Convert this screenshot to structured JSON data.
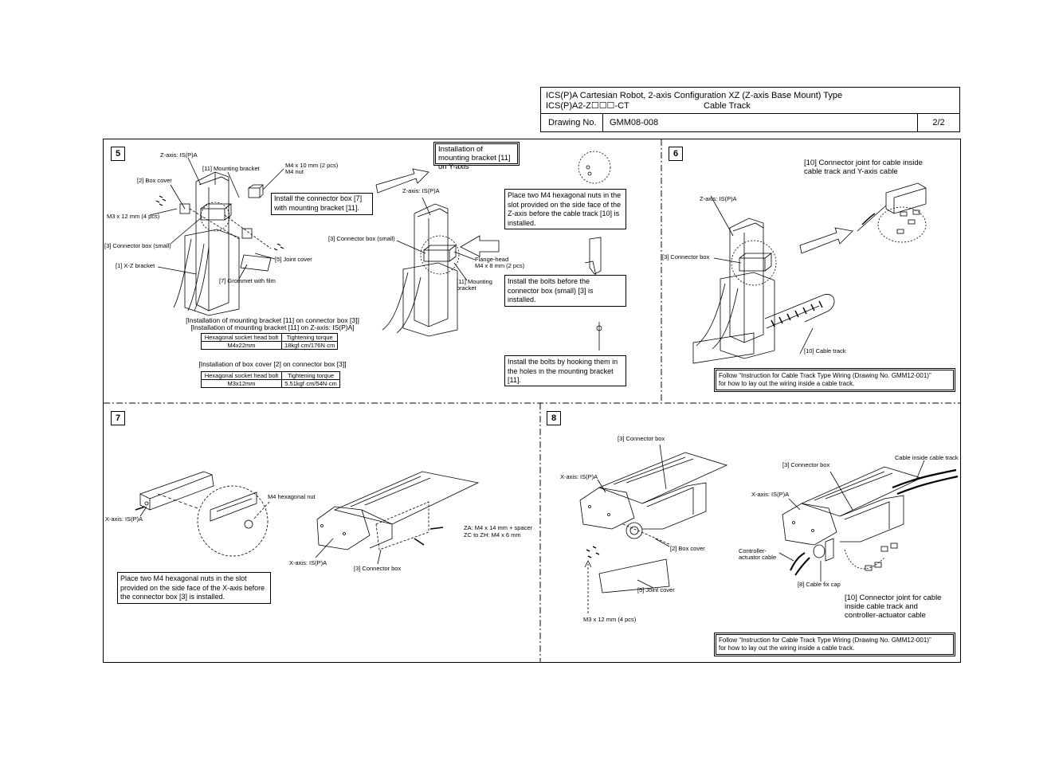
{
  "title_block": {
    "title_line1": "ICS(P)A Cartesian Robot, 2-axis Configuration XZ (Z-axis Base Mount) Type",
    "title_line2": "ICS(P)A2-Z☐☐☐-CT",
    "title_right": "Cable Track",
    "drawing_no_label": "Drawing No.",
    "drawing_no": "GMM08-008",
    "page": "2/2"
  },
  "step5": {
    "number": "5",
    "labels": {
      "z_axis_left": "Z-axis: IS(P)A",
      "mounting_bracket": "[11] Mounting bracket",
      "m4_line1": "M4 x 10 mm (2 pcs)",
      "m4_line2": "M4 nut",
      "box_cover": "[2] Box cover",
      "m3": "M3 x 12 mm (4 pcs)",
      "connector_small": "[3] Connector box (small)",
      "joint_cover": "[5] Joint cover",
      "xz_bracket": "[1] X-Z bracket",
      "grommet": "[7] Grommet with film",
      "z_axis_center": "Z-axis: IS(P)A",
      "connector_small_center": "[3] Connector box (small)",
      "flange_line1": "Flange-head",
      "flange_line2": "M4 x 8 mm (2 pcs)",
      "bracket_line1": "[11] Mounting",
      "bracket_line2": "bracket"
    },
    "install_box": "Install the connector box [7] with mounting bracket [11].",
    "heading_y_axis": "Installation of mounting bracket [11] on Y-axis",
    "note_nuts": "Place two M4 hexagonal nuts in the slot provided on the side face of the Z-axis before the cable track [10] is installed.",
    "note_bolts": "Install the bolts before the connector box (small) [3] is installed.",
    "note_hook": "Install the bolts by hooking them in the holes in the mounting bracket [11].",
    "caption1_line1": "[Installation of mounting bracket [11] on connector box [3]]",
    "caption1_line2": "[Installation of mounting bracket [11] on Z-axis: IS(P)A]",
    "table1": {
      "headers": [
        "Hexagonal socket head bolt",
        "Tightening torque"
      ],
      "row": [
        "M4x22mm",
        "18kgf·cm/176N·cm"
      ]
    },
    "caption2": "[Installation of box cover [2] on connector box [3]]",
    "table2": {
      "headers": [
        "Hexagonal socket head bolt",
        "Tightening torque"
      ],
      "row": [
        "M3x12mm",
        "5.51kgf·cm/54N·cm"
      ]
    }
  },
  "step6": {
    "number": "6",
    "connector_joint_line1": "[10] Connector joint for cable inside",
    "connector_joint_line2": "cable track and Y-axis cable",
    "z_axis": "Z-axis: IS(P)A",
    "connector_box": "[3] Connector box",
    "cable_track": "[10] Cable track",
    "follow_line1": "Follow “Instruction for Cable Track Type Wiring (Drawing No. GMM12-001)”",
    "follow_line2": "for how to lay out the wiring inside a cable track."
  },
  "step7": {
    "number": "7",
    "x_axis_left": "X-axis: IS(P)A",
    "hex_nut": "M4 hexagonal nut",
    "za": "ZA: M4 x 14 mm + spacer",
    "zc": "ZC to ZH: M4 x 6 mm",
    "x_axis_center": "X-axis: IS(P)A",
    "connector_box": "[3] Connector box",
    "note": "Place two M4 hexagonal nuts in the slot provided on the side face of the X-axis before the connector box [3] is installed."
  },
  "step8": {
    "number": "8",
    "connector_box_top": "[3] Connector box",
    "x_axis_left": "X-axis: IS(P)A",
    "box_cover": "[2] Box cover",
    "joint_cover": "[5] Joint cover",
    "m3": "M3 x 12 mm (4 pcs)",
    "connector_box_right": "[3] Connector box",
    "cable_inside": "Cable inside cable track",
    "x_axis_right": "X-axis: IS(P)A",
    "controller_line1": "Controller-",
    "controller_line2": "actuator cable",
    "cable_fix_cap": "[8] Cable fix cap",
    "connector_joint_line1": "[10] Connector joint for cable",
    "connector_joint_line2": "inside cable track and",
    "connector_joint_line3": "controller-actuator cable",
    "follow_line1": "Follow “Instruction for Cable Track Type Wiring (Drawing No. GMM12-001)”",
    "follow_line2": "for how to lay out the wiring inside a cable track."
  }
}
